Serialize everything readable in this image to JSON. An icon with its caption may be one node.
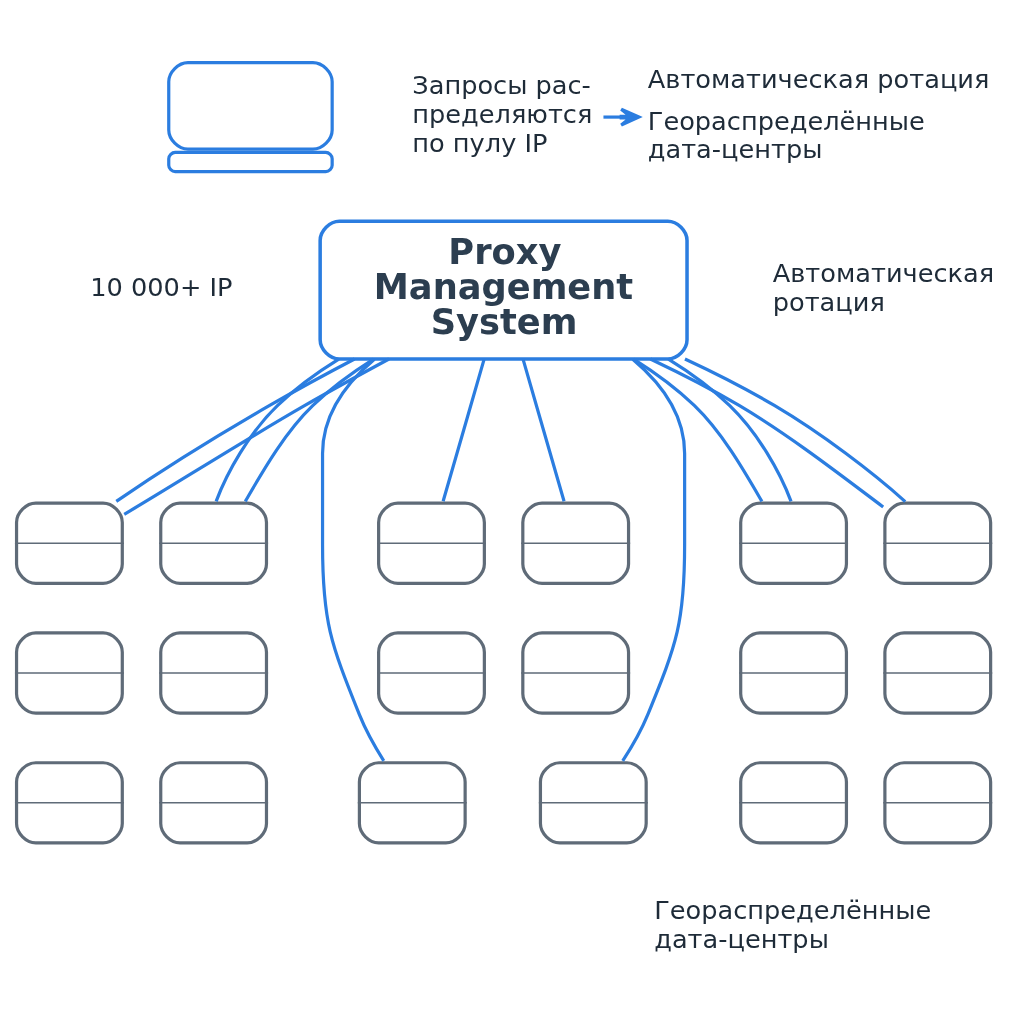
{
  "diagram": {
    "nodes": [
      {
        "text": [],
        "shape": "laptop"
      },
      {
        "text": [
          "Запросы рас- пределяются по пулу IP"
        ]
      },
      {
        "text": [
          "Автоматическая ротация",
          "Геораспределённые дата-центры"
        ]
      },
      {
        "text": [
          "Proxy Management System"
        ],
        "beside": [
          "10 000+ IP",
          "Автоматическая ротация"
        ]
      },
      {
        "text": [],
        "shape": "server"
      },
      {
        "text": [],
        "shape": "server"
      },
      {
        "text": [],
        "shape": "server"
      },
      {
        "text": [],
        "shape": "server"
      },
      {
        "text": [],
        "shape": "server"
      },
      {
        "text": [],
        "shape": "server"
      },
      {
        "text": [],
        "shape": "server"
      },
      {
        "text": [],
        "shape": "server"
      },
      {
        "text": [],
        "shape": "server"
      },
      {
        "text": [],
        "shape": "server"
      },
      {
        "text": [],
        "shape": "server"
      },
      {
        "text": [],
        "shape": "server"
      },
      {
        "text": [],
        "shape": "server"
      },
      {
        "text": [],
        "shape": "server"
      },
      {
        "text": [],
        "shape": "server"
      },
      {
        "text": [],
        "shape": "server"
      },
      {
        "text": [],
        "shape": "server"
      },
      {
        "text": [],
        "shape": "server"
      }
    ],
    "edges": [
      {
        "from": 1,
        "to": 2,
        "arrow": "to"
      },
      {
        "from": 3,
        "to": 4,
        "arrow": "none"
      },
      {
        "from": 3,
        "to": 4,
        "arrow": "none"
      },
      {
        "from": 3,
        "to": 5,
        "arrow": "none"
      },
      {
        "from": 3,
        "to": 5,
        "arrow": "none"
      },
      {
        "from": 3,
        "to": 6,
        "arrow": "none"
      },
      {
        "from": 3,
        "to": 18,
        "arrow": "none"
      },
      {
        "from": 3,
        "to": 19,
        "arrow": "none"
      },
      {
        "from": 3,
        "to": 7,
        "arrow": "none"
      },
      {
        "from": 3,
        "to": 8,
        "arrow": "none"
      },
      {
        "from": 3,
        "to": 8,
        "arrow": "none"
      },
      {
        "from": 3,
        "to": 9,
        "arrow": "none"
      },
      {
        "from": 3,
        "to": 9,
        "arrow": "none"
      }
    ],
    "labels": [
      "Геораспределённые дата-центры"
    ]
  }
}
